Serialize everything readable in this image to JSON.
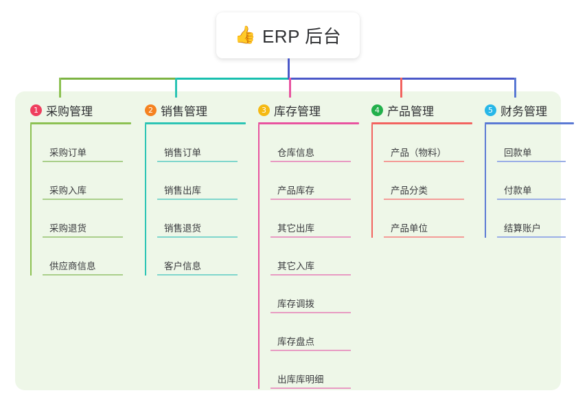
{
  "root": {
    "emoji": "👍",
    "emoji_name": "thumbs-up-icon",
    "title": "ERP 后台"
  },
  "colors": {
    "panel_bg": "#eef7e8",
    "page_bg": "#ffffff",
    "text": "#2f3033",
    "bus_green": "#7cb342",
    "bus_teal": "#17bfae",
    "bus_blue": "#4a58c8",
    "col1": "#8cc152",
    "col2": "#2bc4b4",
    "col3": "#e8539f",
    "col4": "#f2635f",
    "col5": "#5a79d4",
    "badge1": "#ef3f5e",
    "badge2": "#f58220",
    "badge3": "#f5b914",
    "badge4": "#22b04b",
    "badge5": "#27b7e8"
  },
  "columns": [
    {
      "number": "1",
      "title": "采购管理",
      "line_color": "#8cc152",
      "badge_color": "#ef3f5e",
      "leaf_line_color": "#a9cf8a",
      "items": [
        "采购订单",
        "采购入库",
        "采购退货",
        "供应商信息"
      ]
    },
    {
      "number": "2",
      "title": "销售管理",
      "line_color": "#2bc4b4",
      "badge_color": "#f58220",
      "leaf_line_color": "#7ed6cc",
      "items": [
        "销售订单",
        "销售出库",
        "销售退货",
        "客户信息"
      ]
    },
    {
      "number": "3",
      "title": "库存管理",
      "line_color": "#e8539f",
      "badge_color": "#f5b914",
      "leaf_line_color": "#e89ac2",
      "items": [
        "仓库信息",
        "产品库存",
        "其它出库",
        "其它入库",
        "库存调拨",
        "库存盘点",
        "出库库明细"
      ]
    },
    {
      "number": "4",
      "title": "产品管理",
      "line_color": "#f2635f",
      "badge_color": "#22b04b",
      "leaf_line_color": "#f49b97",
      "items": [
        "产品（物料）",
        "产品分类",
        "产品单位"
      ]
    },
    {
      "number": "5",
      "title": "财务管理",
      "line_color": "#5a79d4",
      "badge_color": "#27b7e8",
      "leaf_line_color": "#9aaee6",
      "items": [
        "回款单",
        "付款单",
        "结算账户"
      ]
    }
  ]
}
